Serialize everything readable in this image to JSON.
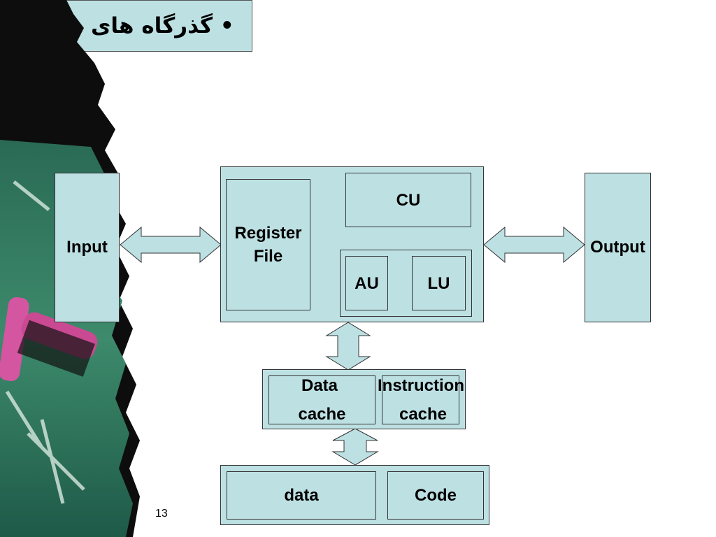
{
  "slide": {
    "title": "• گذرگاه های داخلی",
    "number": "13"
  },
  "diagram": {
    "input": "Input",
    "output": "Output",
    "register_file": [
      "Register",
      "File"
    ],
    "cu": "CU",
    "au": "AU",
    "lu": "LU",
    "data_cache": [
      "Data",
      "cache"
    ],
    "instruction_cache": [
      "Instruction",
      "cache"
    ],
    "memory_data": "data",
    "memory_code": "Code"
  },
  "colors": {
    "box_fill": "#bde0e3",
    "arrow_fill": "#bde0e3",
    "small_arrow_fill": "#9ec7f0"
  }
}
